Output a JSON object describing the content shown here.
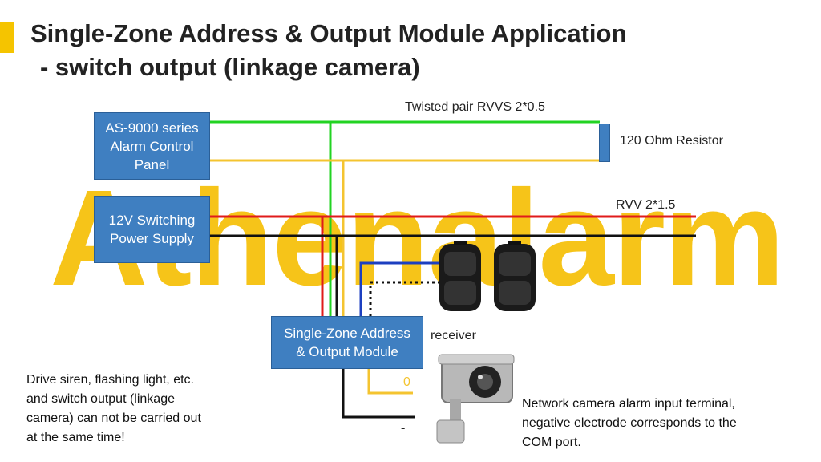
{
  "title": {
    "line1": "Single-Zone Address & Output Module Application",
    "line2": "- switch output (linkage camera)"
  },
  "watermark": "Athenalarm",
  "boxes": {
    "panel": "AS-9000 series\nAlarm Control\nPanel",
    "power": "12V Switching\nPower Supply",
    "module": "Single-Zone Address\n& Output Module"
  },
  "labels": {
    "twisted_pair": "Twisted pair RVVS 2*0.5",
    "resistor": "120 Ohm Resistor",
    "rvv": "RVV 2*1.5",
    "receiver": "receiver",
    "zero": "0",
    "minus": "-"
  },
  "notes": {
    "drive": "Drive siren, flashing light, etc.\nand switch output (linkage\ncamera) can not be carried out\nat the same time!",
    "camera": "Network camera alarm input terminal,\nnegative electrode corresponds to the\n COM port."
  },
  "colors": {
    "green": "#22d322",
    "yellow": "#f4c430",
    "red": "#e01b1b",
    "black": "#111111",
    "blue": "#1c3fc0",
    "box": "#3f7fc1"
  },
  "icons": [
    "beam-receiver-icon",
    "beam-transmitter-icon",
    "network-camera-icon"
  ]
}
